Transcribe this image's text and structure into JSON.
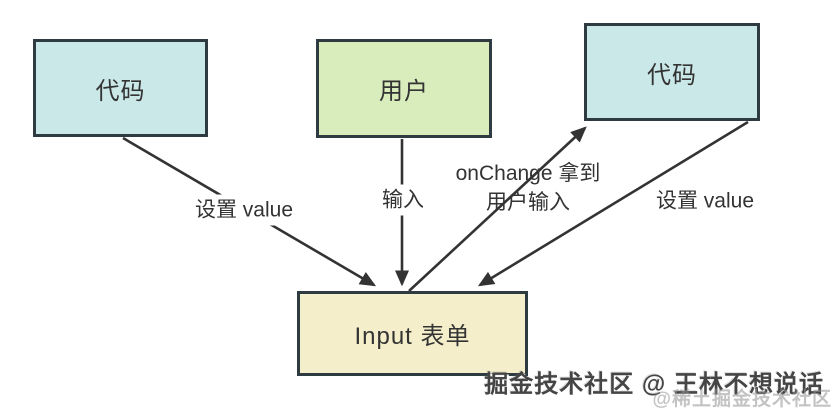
{
  "diagram": {
    "boxes": [
      {
        "id": "code-left",
        "label": "代码",
        "fill": "#cbe8e8"
      },
      {
        "id": "user",
        "label": "用户",
        "fill": "#d9ecbc"
      },
      {
        "id": "code-right",
        "label": "代码",
        "fill": "#cbe8e8"
      },
      {
        "id": "input-form",
        "label": "Input 表单",
        "fill": "#f4eeca"
      }
    ],
    "arrows": [
      {
        "id": "set-value-left",
        "label": "设置 value",
        "from": "code-left",
        "to": "input-form"
      },
      {
        "id": "input",
        "label": "输入",
        "from": "user",
        "to": "input-form"
      },
      {
        "id": "onchange",
        "label_line1": "onChange 拿到",
        "label_line2": "用户输入",
        "from": "input-form",
        "to": "code-right"
      },
      {
        "id": "set-value-right",
        "label": "设置 value",
        "from": "code-right",
        "to": "input-form"
      }
    ],
    "style": {
      "border_color": "#2e3b41",
      "arrow_color": "#333333",
      "text_color": "#333333",
      "background": "#ffffff"
    }
  },
  "watermark": {
    "main": "掘金技术社区 @ 王林不想说话",
    "faint": "@稀土掘金技术社区"
  }
}
